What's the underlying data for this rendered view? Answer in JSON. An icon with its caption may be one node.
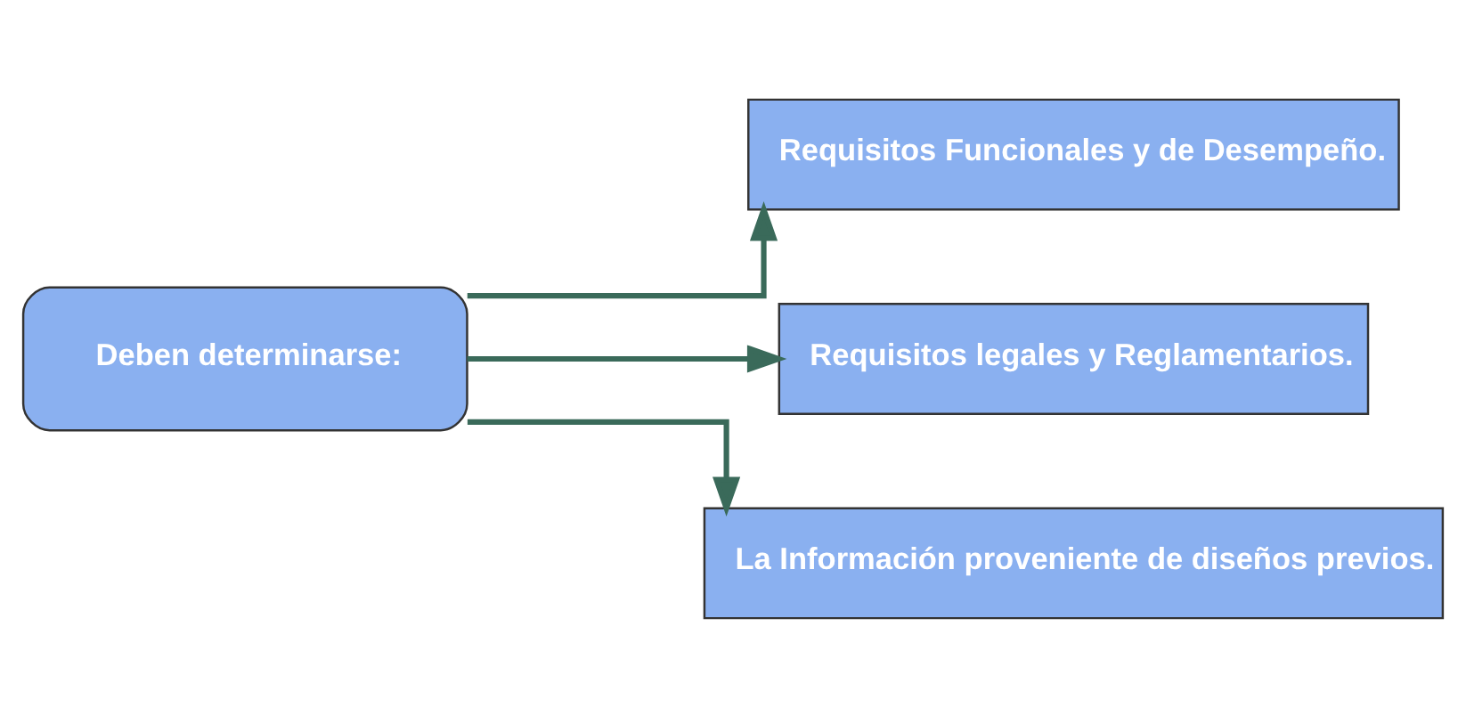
{
  "diagram": {
    "nodes": [
      {
        "text": [
          "Deben determinarse:"
        ]
      },
      {
        "text": [
          "Requisitos Funcionales y de Desempeño."
        ]
      },
      {
        "text": [
          "Requisitos legales y Reglamentarios."
        ]
      },
      {
        "text": [
          "La Información proveniente de diseños previos."
        ]
      }
    ],
    "edges": [
      {
        "from": 0,
        "to": 1,
        "arrow": "to"
      },
      {
        "from": 0,
        "to": 2,
        "arrow": "to"
      },
      {
        "from": 0,
        "to": 3,
        "arrow": "to"
      }
    ]
  }
}
